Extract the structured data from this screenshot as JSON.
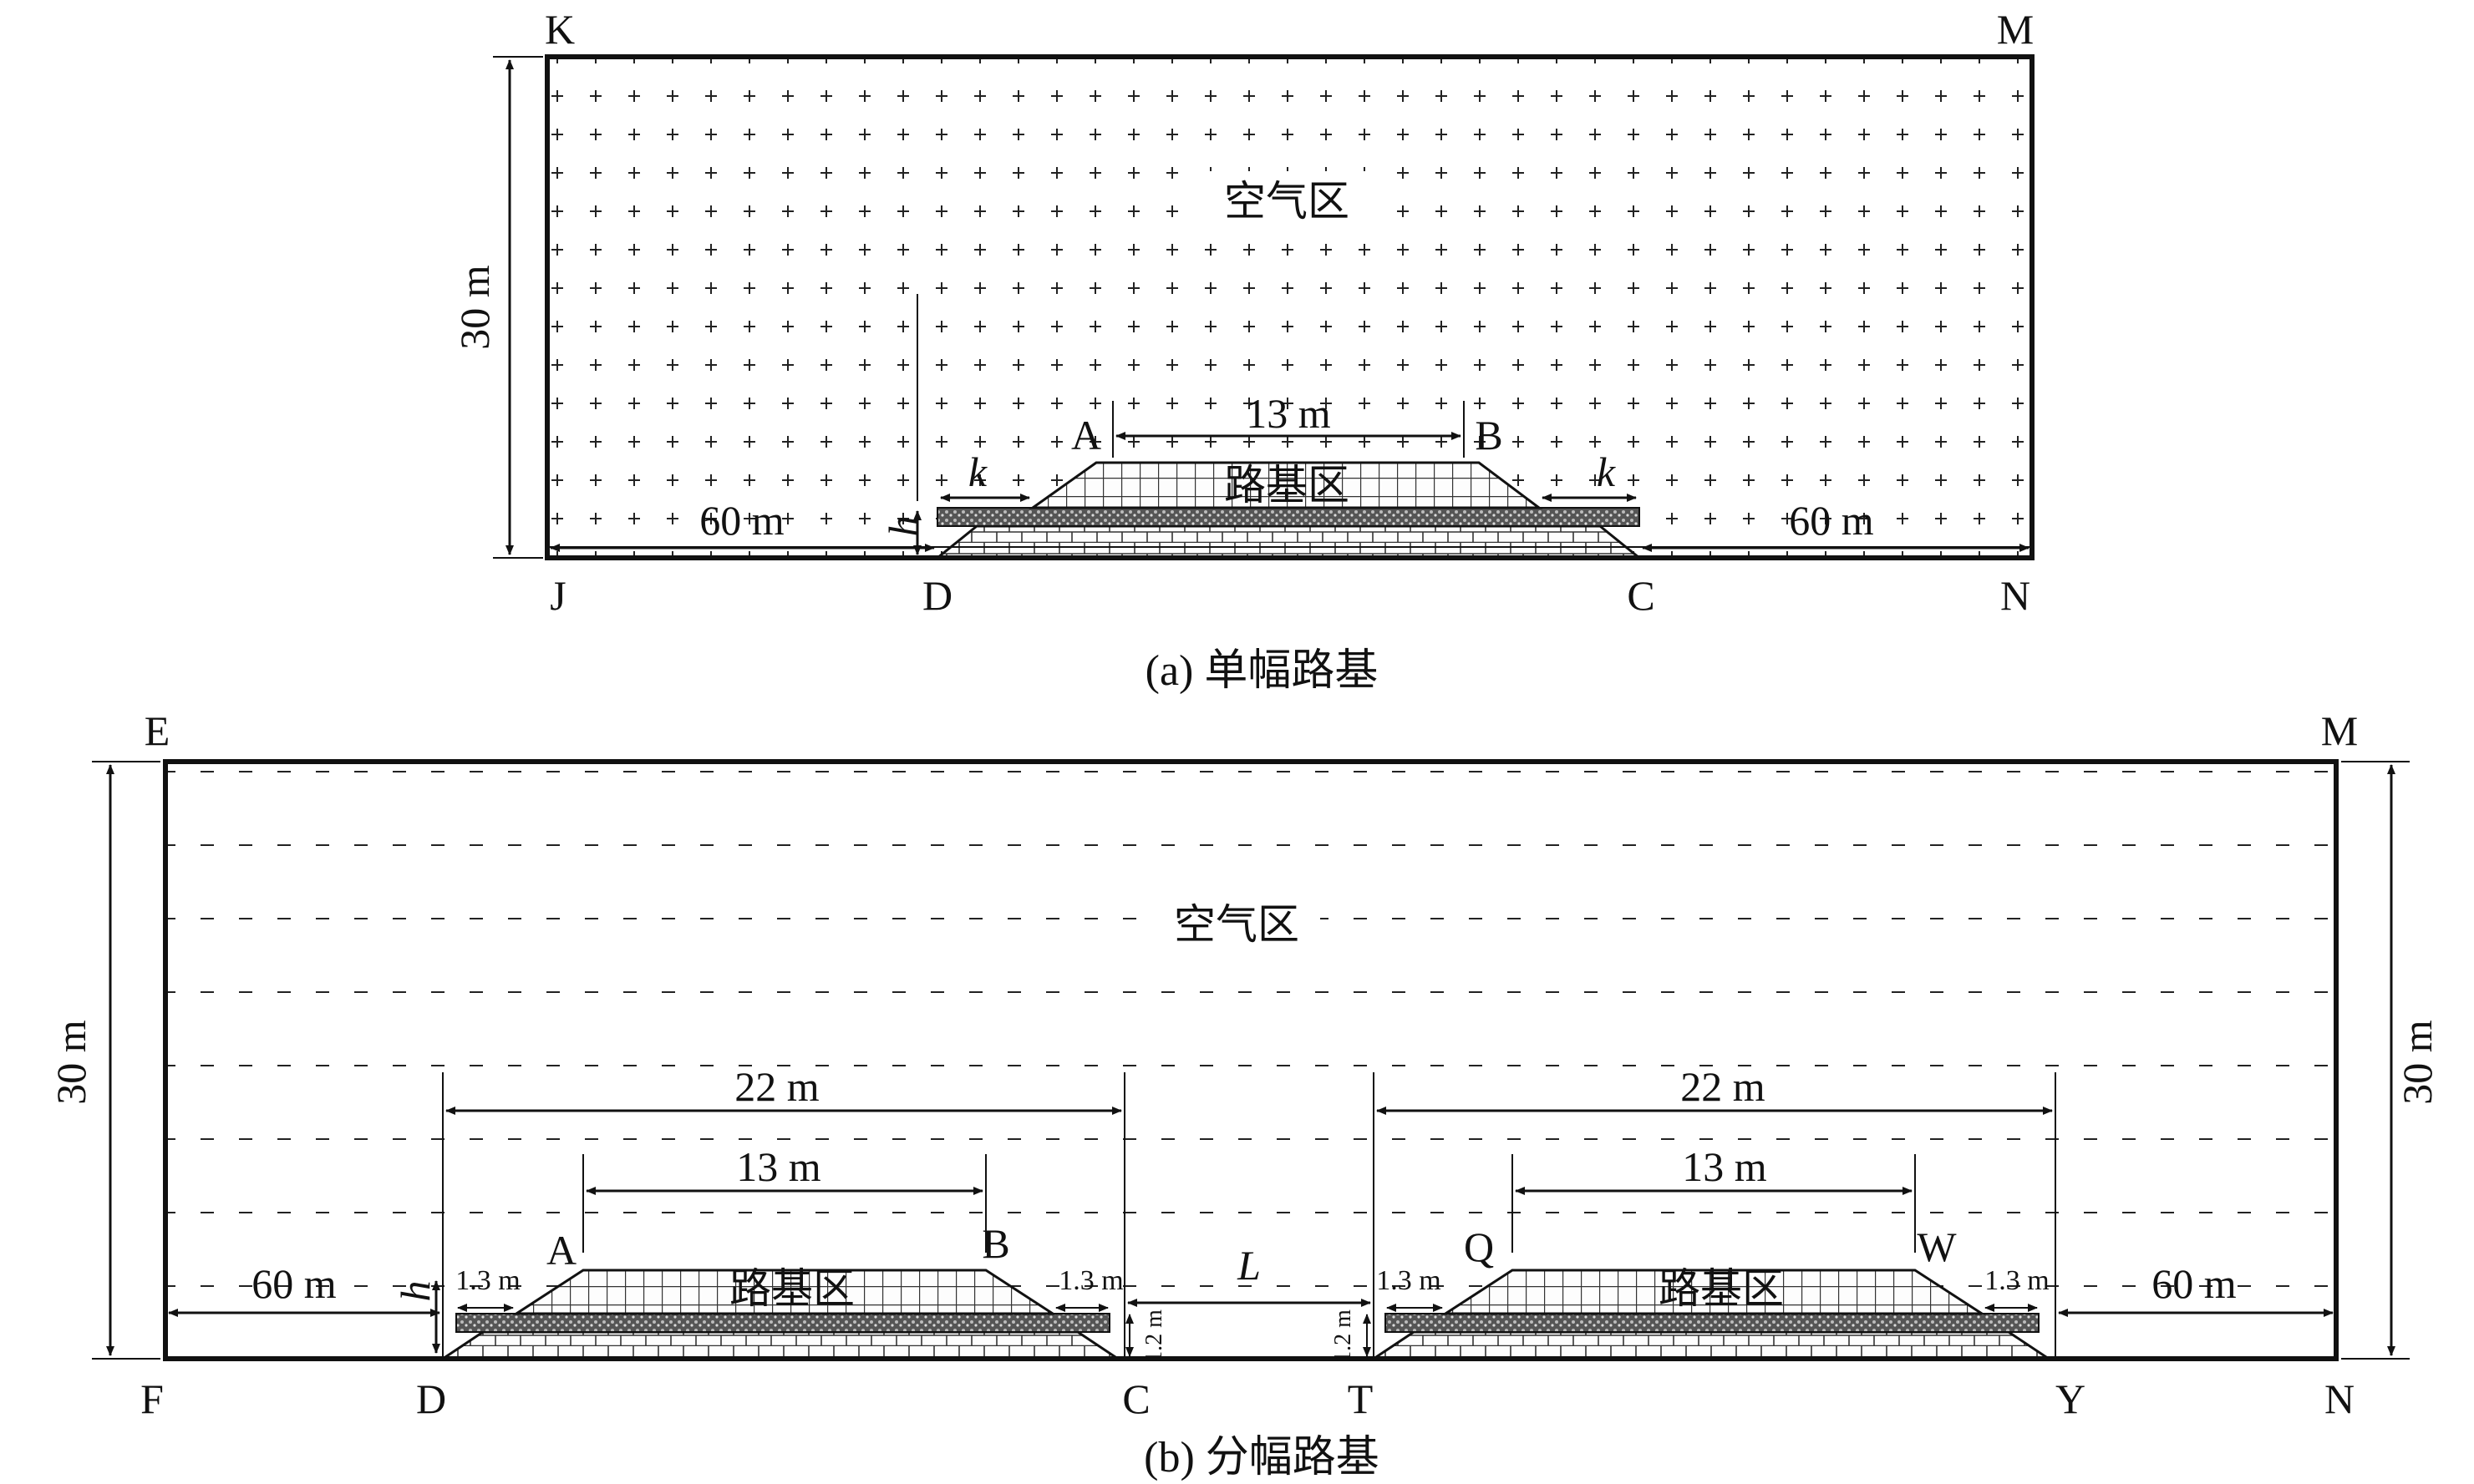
{
  "panel_a": {
    "caption": "(a) 单幅路基",
    "air_zone": "空气区",
    "subgrade_zone": "路基区",
    "height_dim": "30 m",
    "top_width": "13 m",
    "left_span": "60 m",
    "right_span": "60 m",
    "k_left": "k",
    "k_right": "k",
    "h_label": "h",
    "corners": {
      "top_left": "K",
      "top_right": "M",
      "bottom_left": "J",
      "bottom_right": "N"
    },
    "points": {
      "A": "A",
      "B": "B",
      "C": "C",
      "D": "D"
    }
  },
  "panel_b": {
    "caption": "(b) 分幅路基",
    "air_zone": "空气区",
    "subgrade_zone_left": "路基区",
    "subgrade_zone_right": "路基区",
    "height_dim_left": "30 m",
    "height_dim_right": "30 m",
    "base_width_left": "22 m",
    "base_width_right": "22 m",
    "top_width_left": "13 m",
    "top_width_right": "13 m",
    "left_span": "60 m",
    "right_span": "60 m",
    "gap": "L",
    "h_label": "h",
    "shoulder": "1.3 m",
    "berm_height": "1.2 m",
    "corners": {
      "top_left": "E",
      "top_right": "M",
      "bottom_left": "F",
      "bottom_right": "N"
    },
    "points": {
      "A": "A",
      "B": "B",
      "C": "C",
      "D": "D",
      "T": "T",
      "Y": "Y",
      "Q": "Q",
      "W": "W"
    }
  }
}
